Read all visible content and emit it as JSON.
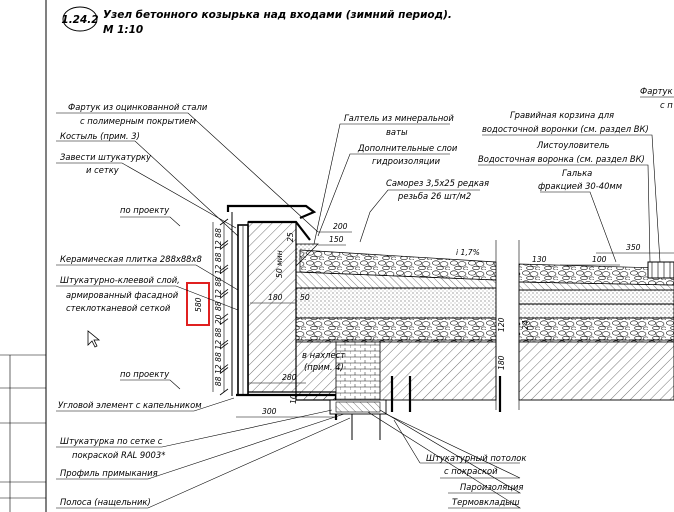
{
  "title": {
    "number": "1.24.2",
    "text": "Узел бетонного козырька над входами (зимний период).",
    "scale": "М 1:10"
  },
  "labels_left": [
    "Фартук из оцинкованной стали",
    "с полимерным покрытием",
    "Костыль (прим. 3)",
    "Завести штукатурку",
    "и сетку",
    "по проекту",
    "Керамическая плитка 288х88х8",
    "Штукатурно-клеевой слой,",
    "армированный фасадной",
    "стеклотканевой сеткой",
    "по проекту",
    "Угловой элемент с капельником",
    "Штукатурка по сетке с",
    "покраской RAL 9003*",
    "Профиль примыкания",
    "Полоса (нащельник)"
  ],
  "labels_center": [
    "Галтель из минеральной",
    "ваты",
    "Дополнительные слои",
    "гидроизоляции",
    "Саморез 3,5х25 редкая",
    "резьба 26 шт/м2"
  ],
  "labels_right": [
    "Гравийная корзина для",
    "водосточной воронки (см. раздел ВК)",
    "Листоуловитель",
    "Водосточная воронка (см. раздел ВК)",
    "Галька",
    "фракцией 30-40мм",
    "Фартук",
    "с п"
  ],
  "labels_bottom": [
    "Штукатурный потолок",
    "с покраской",
    "Пароизоляция",
    "Термовкладыш"
  ],
  "labels_inner": [
    "в нахлест",
    "(прим. 4)"
  ],
  "dimensions": {
    "vertical_chain": [
      "88",
      "12",
      "88",
      "12",
      "88",
      "12",
      "88",
      "20",
      "88",
      "12",
      "88",
      "12",
      "88"
    ],
    "highlighted": "580",
    "d200": "200",
    "d150": "150",
    "d50min": "50 мин",
    "d25": "25",
    "d180": "180",
    "d50": "50",
    "d280": "280",
    "d300": "300",
    "d10": "10",
    "slope": "i 1,7%",
    "d130": "130",
    "d100": "100",
    "d350": "350",
    "d120": "120",
    "d180v": "180",
    "d24": "24"
  },
  "colors": {
    "highlight": "#e02020",
    "ink": "#000000"
  }
}
